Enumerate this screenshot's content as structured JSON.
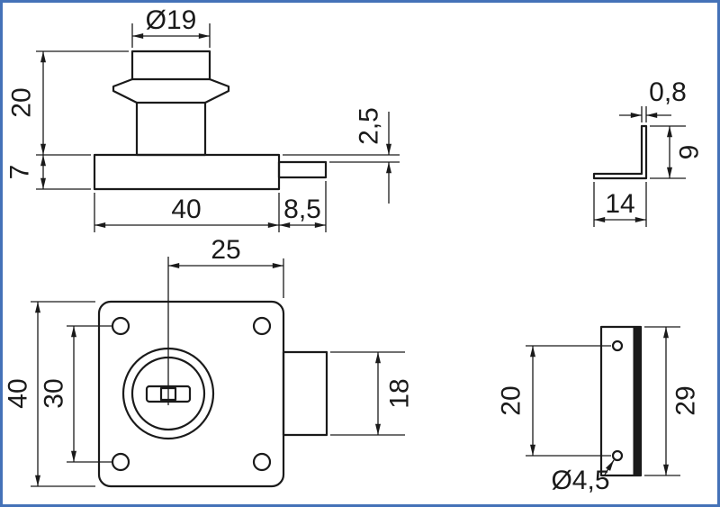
{
  "page": {
    "background": "#ffffff",
    "frame_color": "#4472b8",
    "line_color": "#1a1a1a"
  },
  "views": {
    "lock_side": {
      "name": "lock-side-view",
      "dims": {
        "cylinder_diameter": "Ø19",
        "cylinder_height": "20",
        "base_thickness": "7",
        "latch_offset": "2,5",
        "body_width": "40",
        "latch_length": "8,5"
      }
    },
    "lock_front": {
      "name": "lock-front-view",
      "dims": {
        "center_to_edge": "25",
        "body_height": "40",
        "screw_hole_spacing": "30",
        "latch_height": "18"
      }
    },
    "bracket_side": {
      "name": "strike-bracket-side-view",
      "dims": {
        "thickness": "0,8",
        "leg_height": "9",
        "leg_width": "14"
      }
    },
    "bracket_front": {
      "name": "strike-plate-front-view",
      "dims": {
        "hole_spacing": "20",
        "plate_height": "29",
        "hole_diameter": "Ø4,5"
      }
    }
  }
}
